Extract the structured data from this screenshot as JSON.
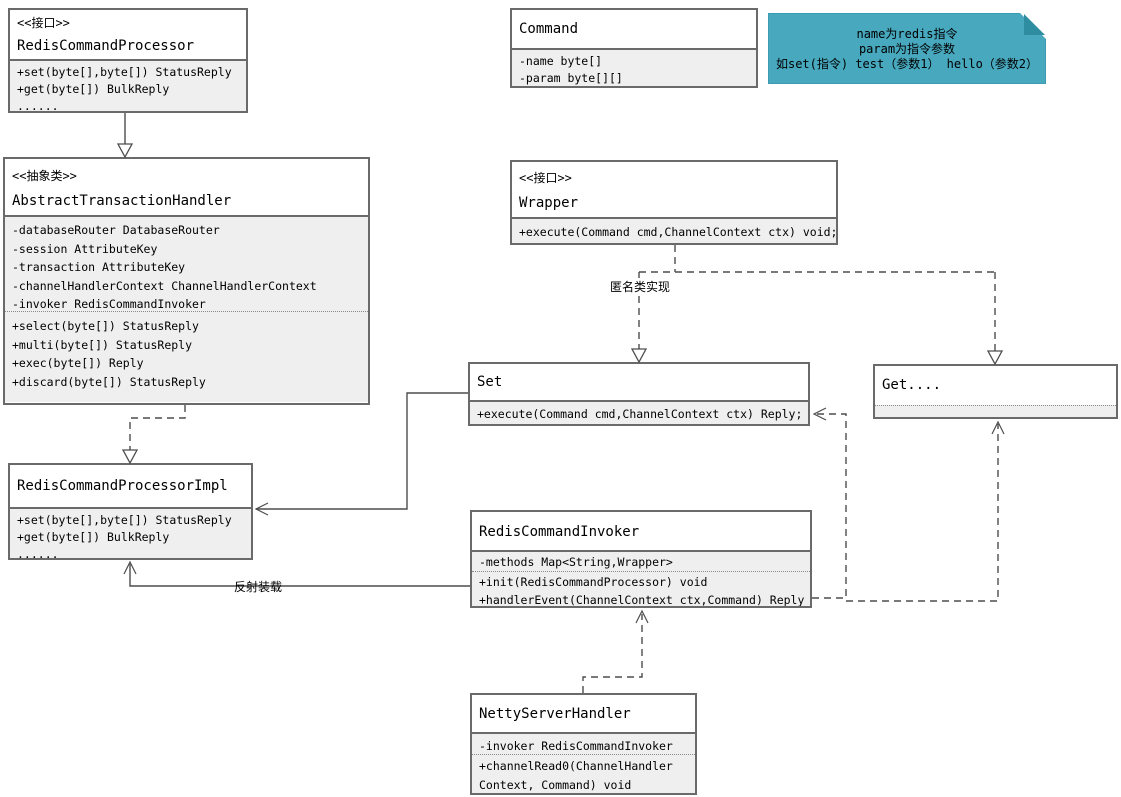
{
  "diagram_title": "Redis command processing UML class diagram",
  "classes": [
    {
      "stereotype": "<<接口>>",
      "name": "RedisCommandProcessor",
      "fields": [],
      "methods": [
        "+set(byte[],byte[]) StatusReply",
        "+get(byte[]) BulkReply",
        "......"
      ]
    },
    {
      "stereotype": "<<抽象类>>",
      "name": "AbstractTransactionHandler",
      "fields": [
        "-databaseRouter DatabaseRouter",
        "-session AttributeKey",
        "-transaction AttributeKey",
        "-channelHandlerContext ChannelHandlerContext",
        "-invoker RedisCommandInvoker"
      ],
      "methods": [
        "+select(byte[]) StatusReply",
        "+multi(byte[]) StatusReply",
        "+exec(byte[]) Reply",
        "+discard(byte[]) StatusReply"
      ]
    },
    {
      "stereotype": "",
      "name": "RedisCommandProcessorImpl",
      "fields": [],
      "methods": [
        "+set(byte[],byte[]) StatusReply",
        "+get(byte[]) BulkReply",
        "......"
      ]
    },
    {
      "stereotype": "",
      "name": "Command",
      "fields": [
        "-name byte[]",
        "-param byte[][]"
      ],
      "methods": []
    },
    {
      "stereotype": "<<接口>>",
      "name": "Wrapper",
      "fields": [],
      "methods": [
        "+execute(Command cmd,ChannelContext ctx) void;"
      ]
    },
    {
      "stereotype": "",
      "name": "Set",
      "fields": [],
      "methods": [
        "+execute(Command cmd,ChannelContext ctx) Reply;"
      ]
    },
    {
      "stereotype": "",
      "name": "Get....",
      "fields": [],
      "methods": []
    },
    {
      "stereotype": "",
      "name": "RedisCommandInvoker",
      "fields": [
        "-methods Map<String,Wrapper>"
      ],
      "methods": [
        "+init(RedisCommandProcessor) void",
        "+handlerEvent(ChannelContext ctx,Command) Reply"
      ]
    },
    {
      "stereotype": "",
      "name": "NettyServerHandler",
      "fields": [
        "-invoker RedisCommandInvoker"
      ],
      "methods": [
        "+channelRead0(ChannelHandler",
        "Context, Command) void"
      ]
    }
  ],
  "note": {
    "color": "#47a8be",
    "lines": [
      "name为redis指令",
      "param为指令参数",
      "如set(指令) test（参数1） hello（参数2）"
    ]
  },
  "edge_labels": {
    "anonymous_impl": "匿名类实现",
    "reflection_load": "反射装载"
  }
}
